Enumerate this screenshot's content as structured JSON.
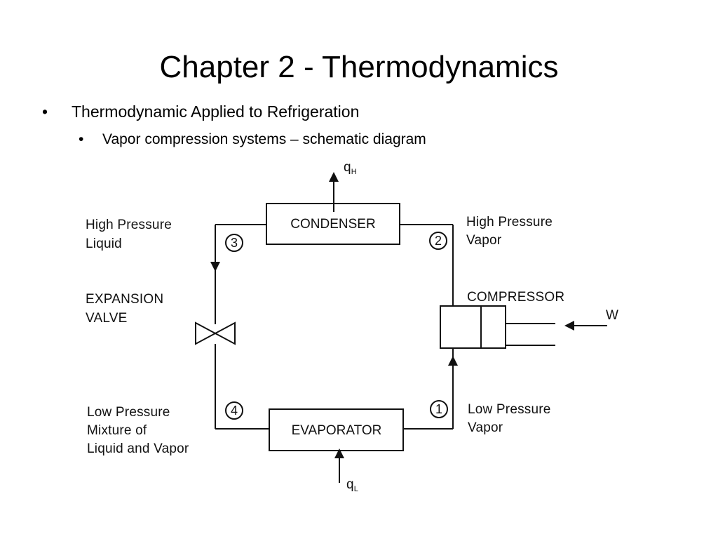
{
  "slide": {
    "title": "Chapter 2 - Thermodynamics",
    "bullet_symbol": "•",
    "bullet1": "Thermodynamic Applied to Refrigeration",
    "bullet2": "Vapor compression systems – schematic diagram"
  },
  "diagram": {
    "condenser_label": "CONDENSER",
    "evaporator_label": "EVAPORATOR",
    "compressor_label": "COMPRESSOR",
    "expansion_valve_line1": "EXPANSION",
    "expansion_valve_line2": "VALVE",
    "heat_out_main": "q",
    "heat_out_sub": "H",
    "heat_in_main": "q",
    "heat_in_sub": "L",
    "work_label": "W",
    "state_1": "1",
    "state_2": "2",
    "state_3": "3",
    "state_4": "4",
    "state_1_line1": "Low Pressure",
    "state_1_line2": "Vapor",
    "state_2_line1": "High Pressure",
    "state_2_line2": "Vapor",
    "state_3_line1": "High Pressure",
    "state_3_line2": "Liquid",
    "state_4_line1": "Low Pressure",
    "state_4_line2": "Mixture of",
    "state_4_line3": "Liquid and Vapor"
  }
}
